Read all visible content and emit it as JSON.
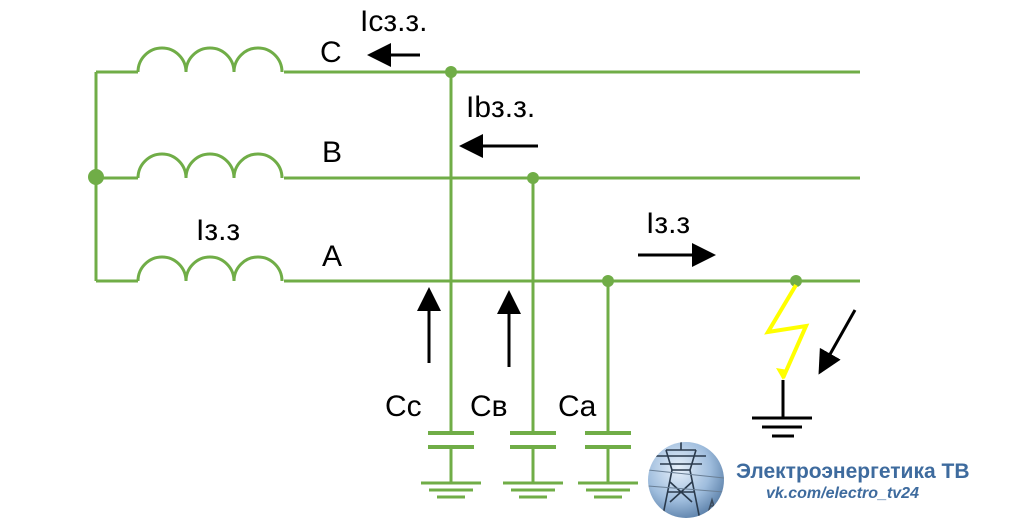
{
  "phases": {
    "c": "C",
    "b": "B",
    "a": "A"
  },
  "currents": {
    "ic_fault": "Iсз.з.",
    "ib_fault": "Ibз.з.",
    "i_fault_source": "Iз.з",
    "i_fault_line": "Iз.з"
  },
  "capacitors": {
    "cc": "Cc",
    "cb": "Cв",
    "ca": "Ca"
  },
  "branding": {
    "title": "Электроэнергетика ТВ",
    "url": "vk.com/electro_tv24",
    "logo_icon": "power-tower-icon"
  },
  "colors": {
    "wire": "#70ad47",
    "arrow": "#000000",
    "lightning": "#ffff00",
    "brand_text": "#3e6b9e"
  }
}
